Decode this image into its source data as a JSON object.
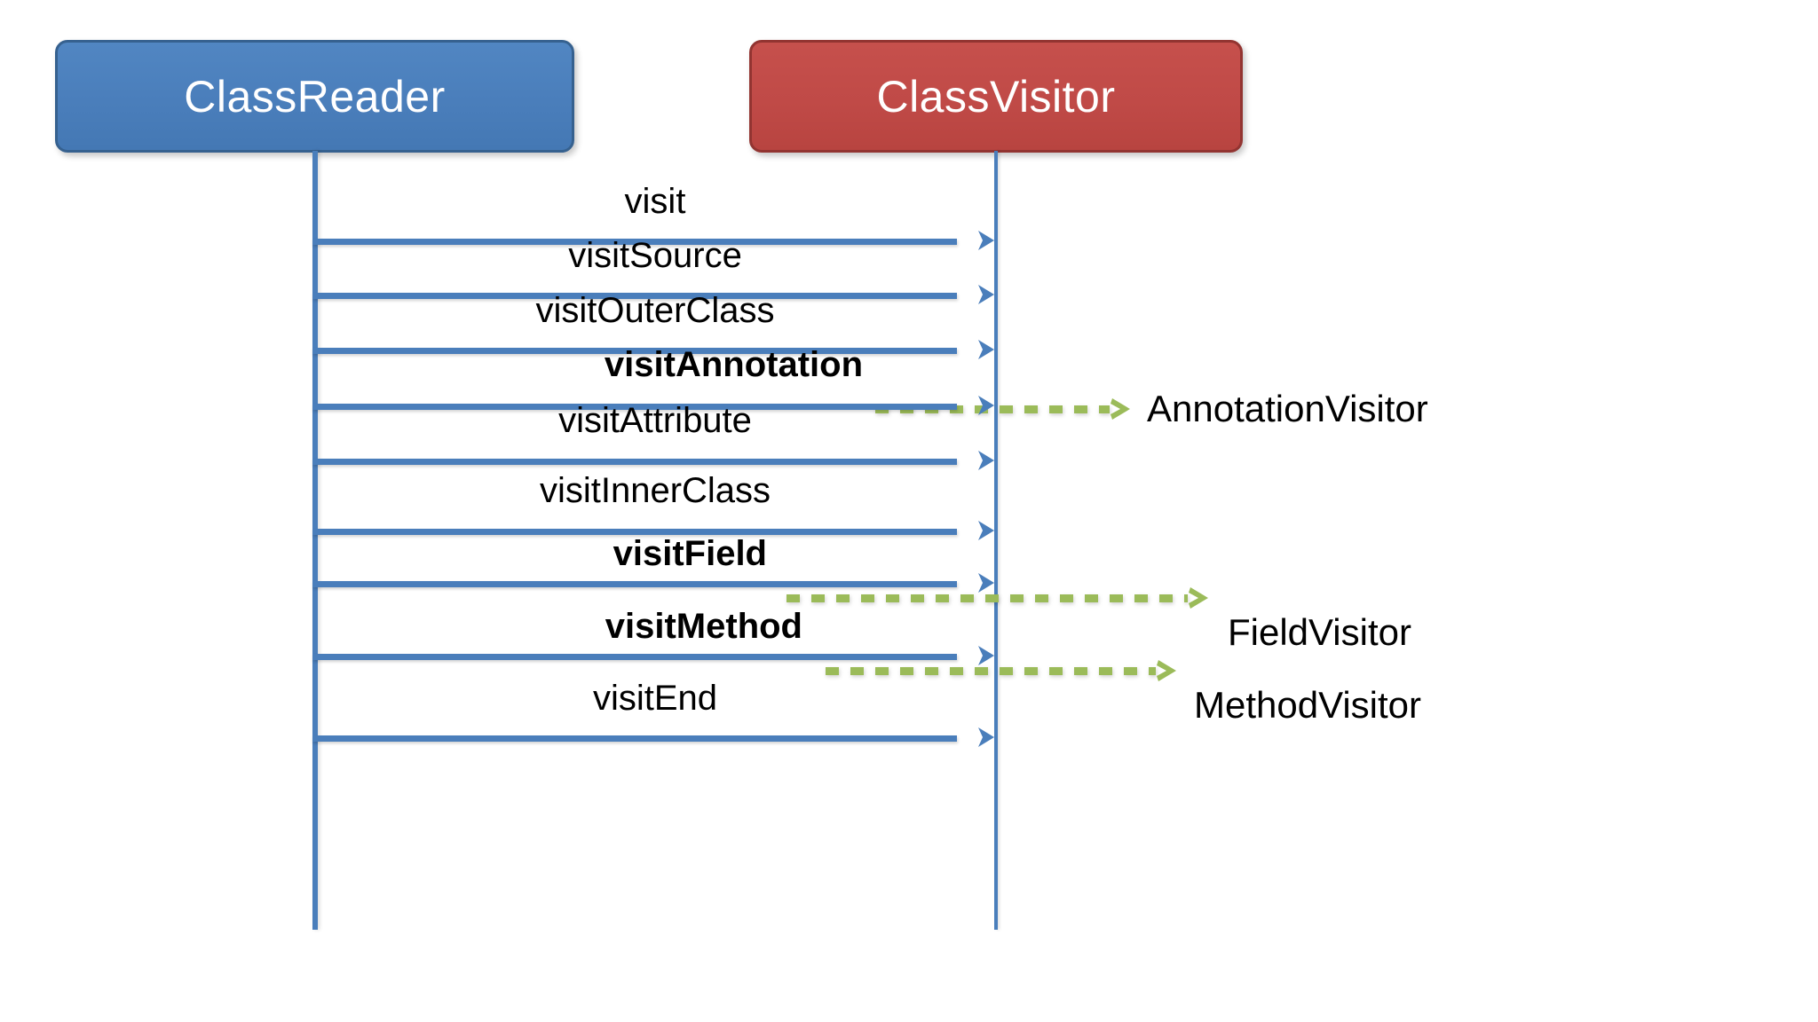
{
  "diagram": {
    "type": "uml-sequence-diagram",
    "title": "ASM ClassReader / ClassVisitor call sequence",
    "background_color": "#ffffff",
    "colors": {
      "participant_blue_fill": "#4a7ebb",
      "participant_blue_border": "#36618f",
      "participant_red_fill": "#c0504d",
      "participant_red_border": "#923431",
      "call_arrow_blue": "#4a7ebb",
      "spawn_arrow_green": "#9bbb59",
      "label_text": "#000000",
      "participant_text": "#ffffff"
    }
  },
  "participants": [
    {
      "id": "class-reader",
      "label": "ClassReader",
      "style": "blue"
    },
    {
      "id": "class-visitor",
      "label": "ClassVisitor",
      "style": "red"
    }
  ],
  "messages": [
    {
      "label": "visit",
      "bold": false,
      "spawns": null
    },
    {
      "label": "visitSource",
      "bold": false,
      "spawns": null
    },
    {
      "label": "visitOuterClass",
      "bold": false,
      "spawns": null
    },
    {
      "label": "visitAnnotation",
      "bold": true,
      "spawns": "AnnotationVisitor"
    },
    {
      "label": "visitAttribute",
      "bold": false,
      "spawns": null
    },
    {
      "label": "visitInnerClass",
      "bold": false,
      "spawns": null
    },
    {
      "label": "visitField",
      "bold": true,
      "spawns": "FieldVisitor"
    },
    {
      "label": "visitMethod",
      "bold": true,
      "spawns": "MethodVisitor"
    },
    {
      "label": "visitEnd",
      "bold": false,
      "spawns": null
    }
  ],
  "returned_visitors": [
    {
      "label": "AnnotationVisitor",
      "from_message": "visitAnnotation"
    },
    {
      "label": "FieldVisitor",
      "from_message": "visitField"
    },
    {
      "label": "MethodVisitor",
      "from_message": "visitMethod"
    }
  ]
}
